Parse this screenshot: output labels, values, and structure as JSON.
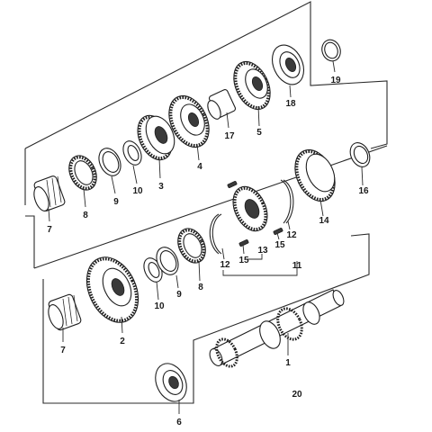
{
  "diagram": {
    "type": "exploded-parts-view",
    "labels": {
      "p1": "1",
      "p2": "2",
      "p3": "3",
      "p4": "4",
      "p5": "5",
      "p6": "6",
      "p7a": "7",
      "p7b": "7",
      "p8a": "8",
      "p8b": "8",
      "p9a": "9",
      "p9b": "9",
      "p10a": "10",
      "p10b": "10",
      "p11": "11",
      "p12a": "12",
      "p12b": "12",
      "p13": "13",
      "p14": "14",
      "p15a": "15",
      "p15b": "15",
      "p16": "16",
      "p17": "17",
      "p18": "18",
      "p19": "19",
      "p20": "20"
    }
  }
}
